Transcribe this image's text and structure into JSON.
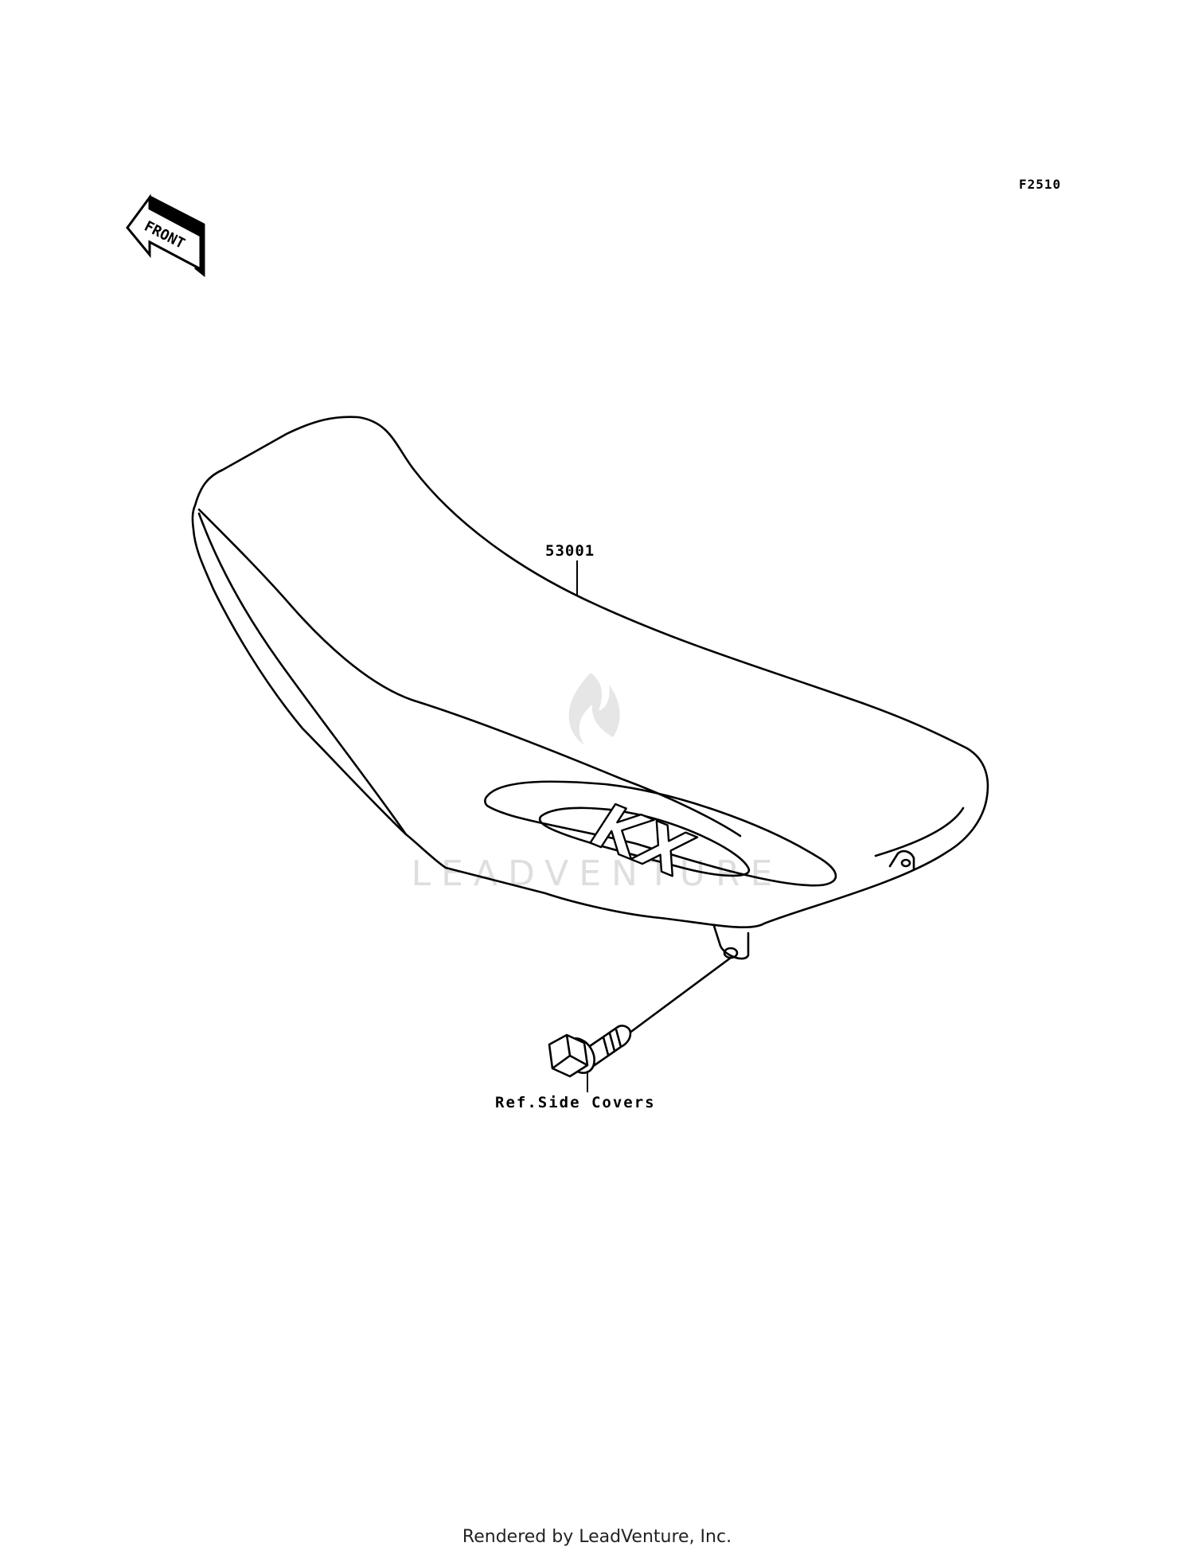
{
  "figure": {
    "code": "F2510"
  },
  "front_arrow": {
    "label": "FRONT"
  },
  "parts": {
    "seat_number": "53001",
    "seat_logo": "KX",
    "bolt_reference": "Ref.Side Covers"
  },
  "watermark": {
    "text": "LEADVENTURE",
    "color": "#d9d9d9"
  },
  "footer": {
    "credit": "Rendered by LeadVenture, Inc."
  },
  "colors": {
    "line": "#000000",
    "background": "#ffffff"
  }
}
